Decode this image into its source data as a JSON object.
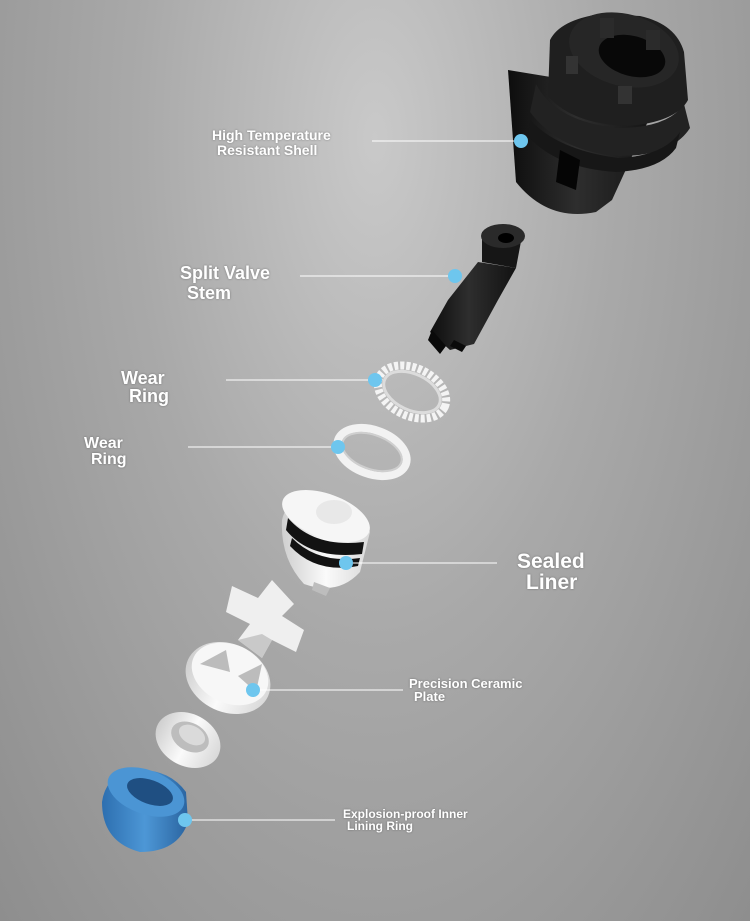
{
  "labels": {
    "shell": [
      "High Temperature",
      "Resistant Shell"
    ],
    "stem": [
      "Split Valve",
      "Stem"
    ],
    "wear_ring_1": [
      "Wear",
      "Ring"
    ],
    "wear_ring_2": [
      "Wear",
      "Ring"
    ],
    "sealed_liner": [
      "Sealed",
      "Liner"
    ],
    "ceramic_plate": [
      "Precision Ceramic",
      "Plate"
    ],
    "explosion_ring": [
      "Explosion-proof Inner",
      "Lining Ring"
    ]
  },
  "colors": {
    "marker": "#6ec6ee",
    "leader_line": "#ffffff",
    "shell": "#1c1c1c",
    "white_parts": "#f2f2f2",
    "inner_lining_ring": "#3d86c8"
  }
}
